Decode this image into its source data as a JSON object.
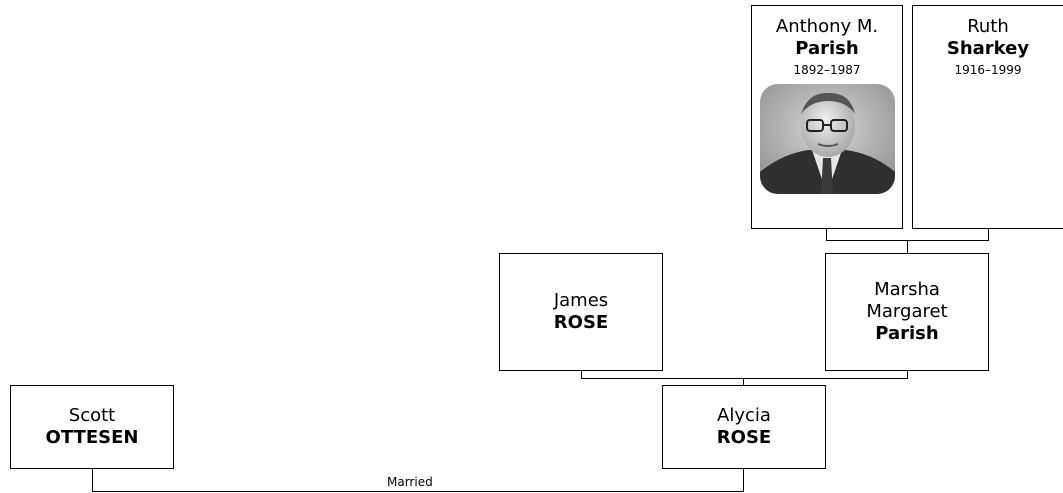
{
  "people": {
    "anthony": {
      "given": "Anthony M.",
      "surname": "Parish",
      "dates": "1892–1987"
    },
    "ruth": {
      "given": "Ruth",
      "surname": "Sharkey",
      "dates": "1916–1999"
    },
    "james": {
      "given": "James",
      "surname": "ROSE"
    },
    "marsha": {
      "given1": "Marsha",
      "given2": "Margaret",
      "surname": "Parish"
    },
    "alycia": {
      "given": "Alycia",
      "surname": "ROSE"
    },
    "scott": {
      "given": "Scott",
      "surname": "OTTESEN"
    }
  },
  "relations": {
    "married_label": "Married"
  }
}
